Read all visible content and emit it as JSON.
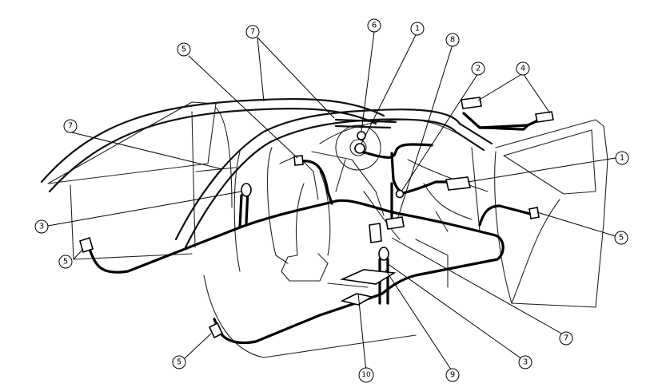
{
  "callouts": [
    {
      "label": "1"
    },
    {
      "label": "1"
    },
    {
      "label": "2"
    },
    {
      "label": "3"
    },
    {
      "label": "3"
    },
    {
      "label": "4"
    },
    {
      "label": "5"
    },
    {
      "label": "5"
    },
    {
      "label": "5"
    },
    {
      "label": "5"
    },
    {
      "label": "6"
    },
    {
      "label": "7"
    },
    {
      "label": "7"
    },
    {
      "label": "7"
    },
    {
      "label": "8"
    },
    {
      "label": "9"
    },
    {
      "label": "10"
    }
  ]
}
